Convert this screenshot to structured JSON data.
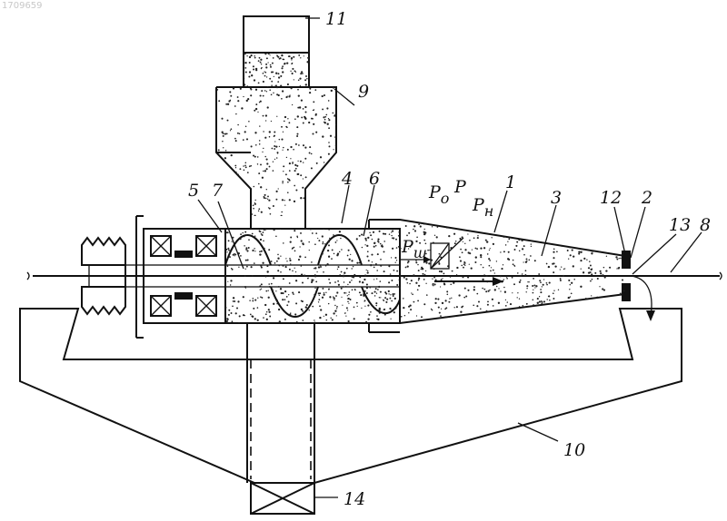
{
  "watermark": "1709659",
  "labels": {
    "n1": "1",
    "n2": "2",
    "n3": "3",
    "n4": "4",
    "n5": "5",
    "n6": "6",
    "n7": "7",
    "n8": "8",
    "n9": "9",
    "n10": "10",
    "n11": "11",
    "n12": "12",
    "n13": "13",
    "n14": "14"
  },
  "forces": {
    "p0_main": "P",
    "p0_sub": "o",
    "p_main": "P",
    "pn_main": "P",
    "pn_sub": "н",
    "psh_main": "P",
    "psh_sub": "ш"
  }
}
